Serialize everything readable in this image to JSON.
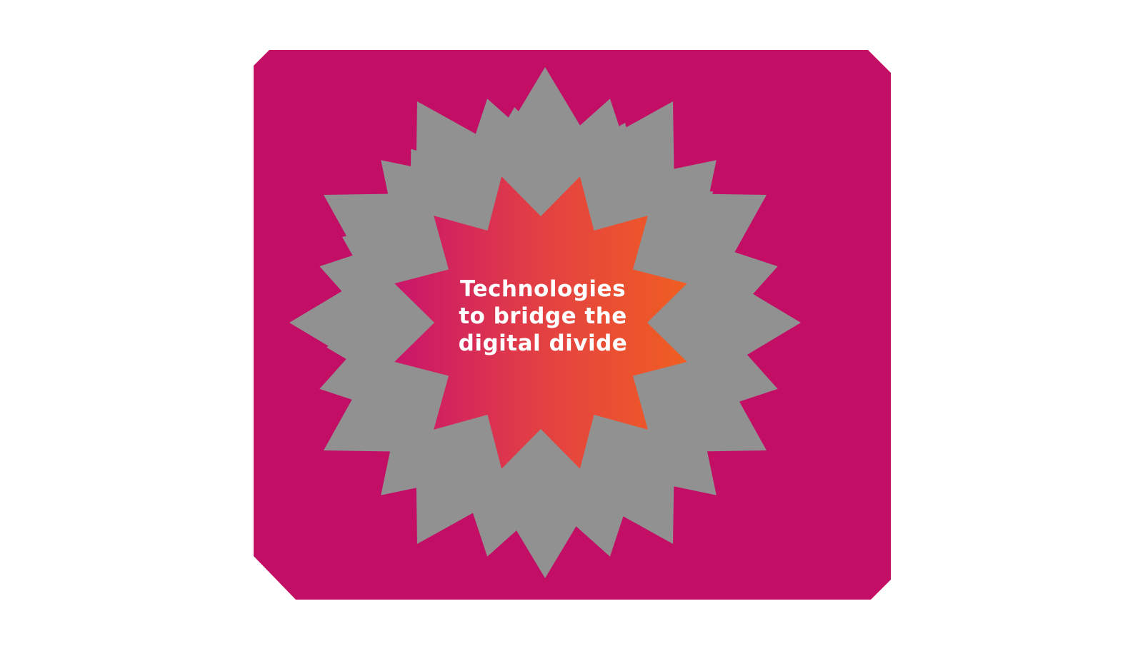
{
  "diagram": {
    "title": "Technologies to bridge the digital divide",
    "center_label": {
      "line1": "Technologies",
      "line2": "to bridge the",
      "line3": "digital divide"
    }
  },
  "colors": {
    "canvas": "#ffffff",
    "card_magenta": "#c30e66",
    "starburst_gray": "#919191",
    "star_gradient_start": "#c9156c",
    "star_gradient_mid": "#e34043",
    "star_gradient_end": "#f05e21",
    "label_text": "#ffffff"
  }
}
